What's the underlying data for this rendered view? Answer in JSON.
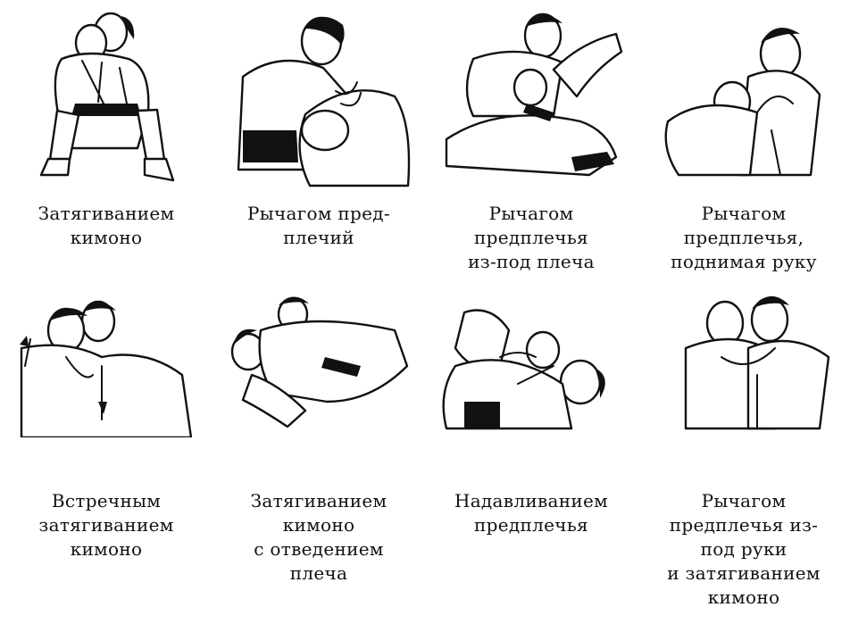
{
  "techniques": [
    {
      "caption": [
        "Затягиванием",
        "кимоно"
      ],
      "figure_icon": "judo-kimono-pull-figure"
    },
    {
      "caption": [
        "Рычагом пред-",
        "плечий"
      ],
      "figure_icon": "judo-forearms-lever-figure"
    },
    {
      "caption": [
        "Рычагом",
        "предплечья",
        "из-под плеча"
      ],
      "figure_icon": "judo-forearm-under-shoulder-figure"
    },
    {
      "caption": [
        "Рычагом",
        "предплечья,",
        "поднимая руку"
      ],
      "figure_icon": "judo-forearm-raising-arm-figure"
    },
    {
      "caption": [
        "Встречным",
        "затягиванием",
        "кимоно"
      ],
      "figure_icon": "judo-counter-kimono-pull-figure"
    },
    {
      "caption": [
        "Затягиванием",
        "кимоно",
        "с отведением",
        "плеча"
      ],
      "figure_icon": "judo-kimono-pull-shoulder-figure"
    },
    {
      "caption": [
        "Надавливанием",
        "предплечья"
      ],
      "figure_icon": "judo-forearm-press-figure"
    },
    {
      "caption": [
        "Рычагом",
        "предплечья из-",
        "под руки",
        "и затягиванием",
        "кимоно"
      ],
      "figure_icon": "judo-forearm-under-arm-kimono-figure"
    }
  ]
}
